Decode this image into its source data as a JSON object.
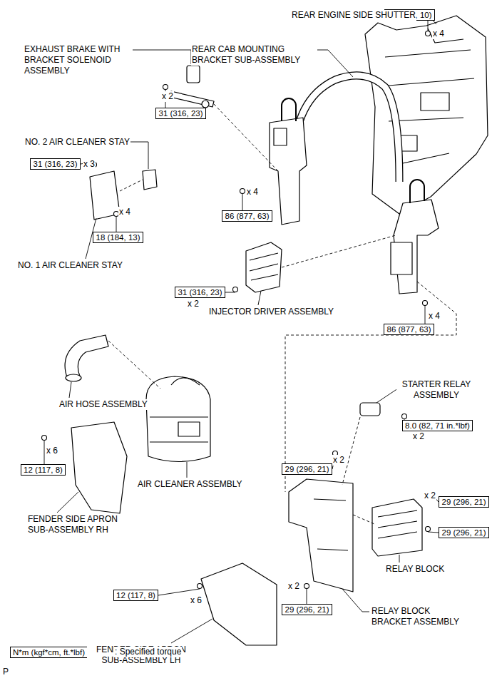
{
  "diagram": {
    "nodes": [
      {
        "text": [
          "13 (133, 10)"
        ]
      },
      {
        "text": [
          "31 (316, 23)"
        ]
      },
      {
        "text": [
          "31 (316, 23)"
        ]
      },
      {
        "text": [
          "18 (184, 13)"
        ]
      },
      {
        "text": [
          "86 (877, 63)"
        ]
      },
      {
        "text": [
          "31 (316, 23)"
        ]
      },
      {
        "text": [
          "86 (877, 63)"
        ]
      },
      {
        "text": [
          "8.0 (82, 71 in.*lbf)"
        ]
      },
      {
        "text": [
          "12 (117, 8)"
        ]
      },
      {
        "text": [
          "29 (296, 21)"
        ]
      },
      {
        "text": [
          "29 (296, 21)"
        ]
      },
      {
        "text": [
          "29 (296, 21)"
        ]
      },
      {
        "text": [
          "12 (117, 8)"
        ]
      },
      {
        "text": [
          "29 (296, 21)"
        ]
      },
      {
        "text": [
          "N*m (kgf*cm, ft.*lbf)"
        ]
      }
    ],
    "labels": [
      "REAR ENGINE SIDE SHUTTER",
      "x 4",
      "EXHAUST BRAKE WITH BRACKET SOLENOID ASSEMBLY",
      "REAR CAB MOUNTING BRACKET SUB-ASSEMBLY",
      "x 2",
      "NO. 2 AIR CLEANER STAY",
      "x 3",
      "x 4",
      "NO. 1 AIR CLEANER STAY",
      "x 4",
      "x 2",
      "INJECTOR DRIVER ASSEMBLY",
      "x 4",
      "STARTER RELAY ASSEMBLY",
      "x 2",
      "AIR HOSE ASSEMBLY",
      "x 6",
      "AIR CLEANER ASSEMBLY",
      "x 2",
      "x 2",
      "RELAY BLOCK",
      "FENDER SIDE APRON SUB-ASSEMBLY RH",
      "x 6",
      "FENDER SIDE APRON SUB-ASSEMBLY LH",
      "x 2",
      "RELAY BLOCK BRACKET ASSEMBLY",
      ": Specified torque",
      "P"
    ]
  }
}
